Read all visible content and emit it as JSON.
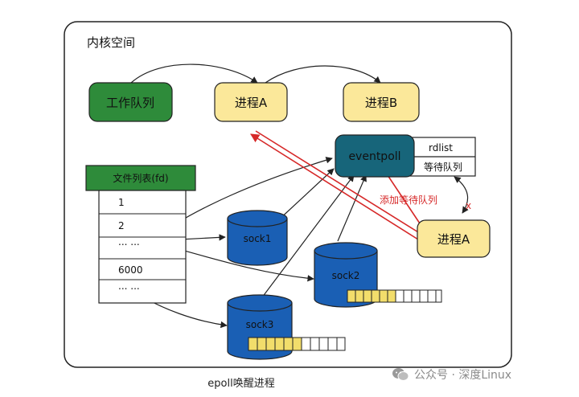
{
  "kernel_label": "内核空间",
  "nodes": {
    "work_queue": "工作队列",
    "process_a_top": "进程A",
    "process_b": "进程B",
    "process_a_right": "进程A",
    "eventpoll": "eventpoll",
    "rdlist": "rdlist",
    "wait_queue": "等待队列"
  },
  "file_table": {
    "header": "文件列表(fd)",
    "rows": [
      "1",
      "2",
      "... ...",
      "6000",
      "... ..."
    ]
  },
  "sockets": [
    "sock1",
    "sock2",
    "sock3"
  ],
  "add_wait_label": "添加等待队列",
  "caption": "epoll唤醒进程",
  "watermark": "公众号 · 深度Linux",
  "colors": {
    "green": "#2e8b3a",
    "yellow": "#fbe89a",
    "teal": "#17657a",
    "blue": "#1a5fb4",
    "red": "#d62828"
  }
}
